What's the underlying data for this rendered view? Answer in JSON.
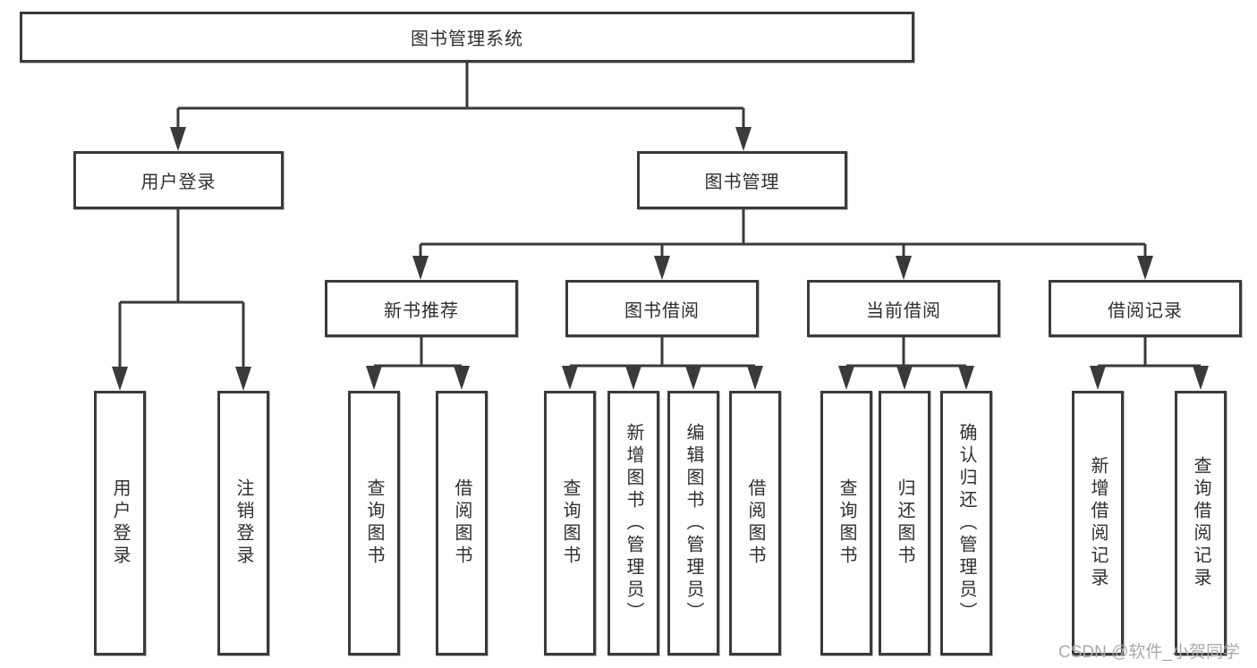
{
  "diagram": {
    "root": {
      "label": "图书管理系统"
    },
    "level2": [
      {
        "label": "用户登录"
      },
      {
        "label": "图书管理"
      }
    ],
    "level3": [
      {
        "label": "新书推荐"
      },
      {
        "label": "图书借阅"
      },
      {
        "label": "当前借阅"
      },
      {
        "label": "借阅记录"
      }
    ],
    "branches": {
      "user_login": {
        "children": [
          "用户登录",
          "注销登录"
        ]
      },
      "new_books": {
        "children": [
          "查询图书",
          "借阅图书"
        ]
      },
      "book_borrow": {
        "children": [
          "查询图书",
          "新增图书（管理员）",
          "编辑图书（管理员）",
          "借阅图书"
        ]
      },
      "current_borrow": {
        "children": [
          "查询图书",
          "归还图书",
          "确认归还（管理员）"
        ]
      },
      "borrow_records": {
        "children": [
          "新增借阅记录",
          "查询借阅记录"
        ]
      }
    },
    "watermark": "CSDN @软件_小贺同学",
    "colors": {
      "line": "#3a3a3a",
      "text": "#2f2f2f",
      "box_background": "#ffffff",
      "watermark": "#ababab"
    }
  }
}
